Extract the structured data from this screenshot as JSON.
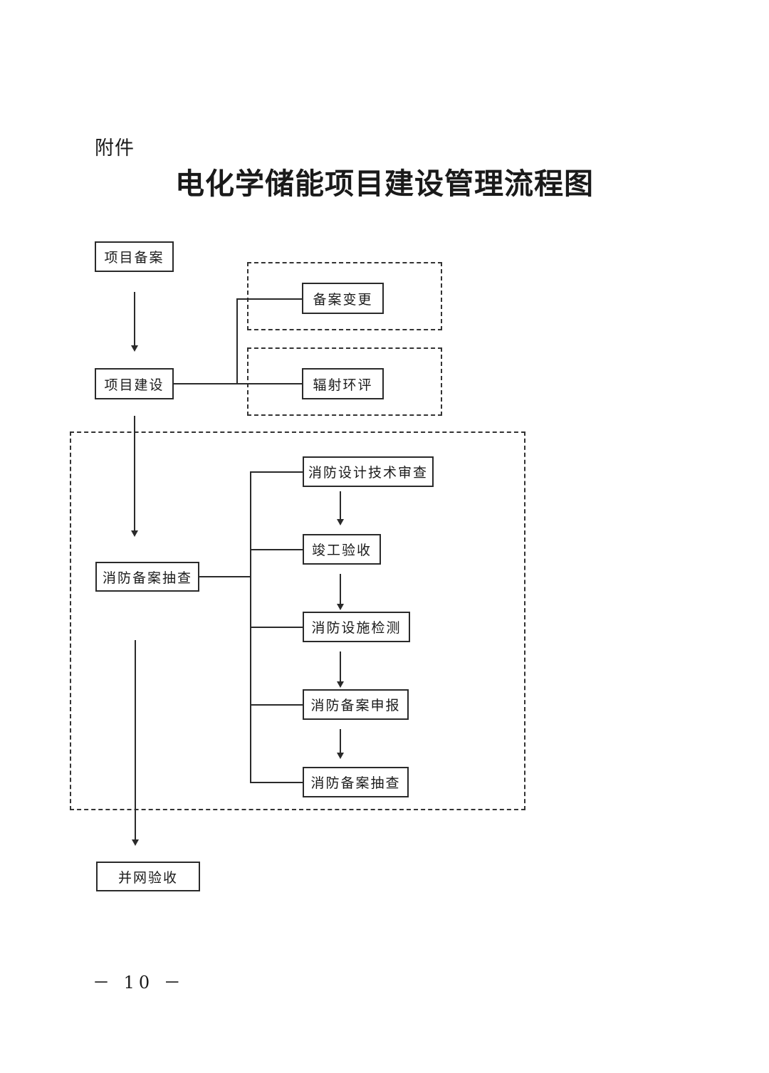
{
  "annex_label": "附件",
  "title": "电化学储能项目建设管理流程图",
  "nodes": {
    "project_filing": "项目备案",
    "project_construction": "项目建设",
    "fire_filing_check": "消防备案抽查",
    "grid_acceptance": "并网验收",
    "filing_change": "备案变更",
    "radiation_eia": "辐射环评",
    "fire_design_review": "消防设计技术审查",
    "completion_acceptance": "竣工验收",
    "fire_facility_test": "消防设施检测",
    "fire_filing_report": "消防备案申报",
    "fire_filing_check_sub": "消防备案抽查"
  },
  "page_number": "－ 10 －"
}
